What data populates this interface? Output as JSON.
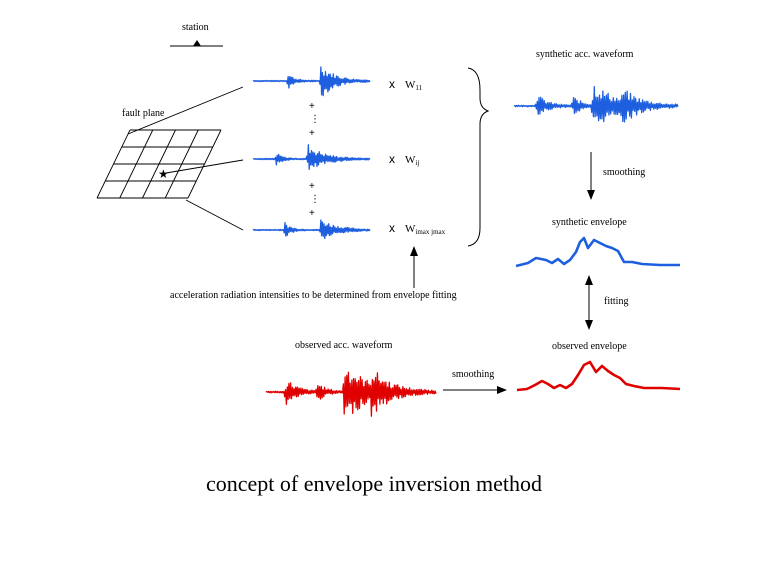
{
  "labels": {
    "station": "station",
    "fault_plane": "fault plane",
    "synthetic_acc_waveform": "synthetic acc. waveform",
    "smoothing_top": "smoothing",
    "synthetic_envelope": "synthetic envelope",
    "fitting": "fitting",
    "observed_envelope": "observed envelope",
    "observed_acc_waveform": "observed acc. waveform",
    "smoothing_bottom": "smoothing",
    "acceleration_note": "acceleration radiation intensities to be determined from envelope fitting",
    "title": "concept of envelope inversion method"
  },
  "weights": [
    {
      "x": "x",
      "w": "W",
      "sub": "11"
    },
    {
      "x": "x",
      "w": "W",
      "sub": "ij"
    },
    {
      "x": "x",
      "w": "W",
      "sub": "imax jmax"
    }
  ],
  "separators": {
    "plus": "+",
    "dots": "⋮"
  },
  "colors": {
    "synthetic": "#1e5fe0",
    "observed": "#e00000",
    "line": "#000000"
  }
}
